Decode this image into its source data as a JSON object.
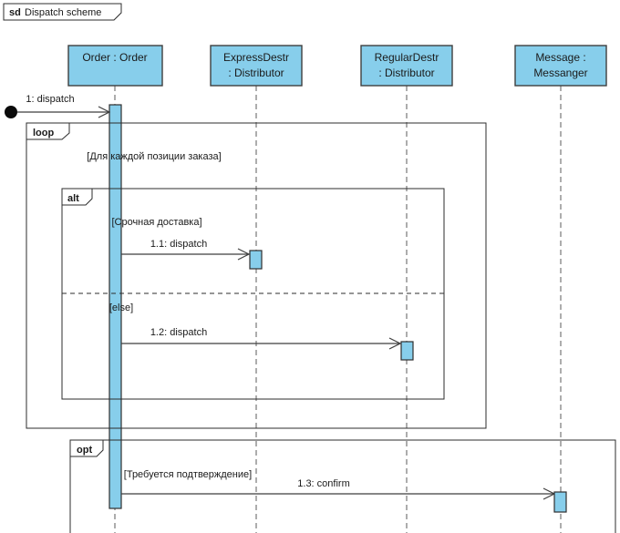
{
  "frame": {
    "keyword": "sd",
    "title": "Dispatch scheme"
  },
  "colors": {
    "shape_fill": "#87CEEB",
    "shape_border": "#3F3F3F",
    "fragment_border": "#2D2D2D",
    "lifeline_line": "#5B5B5B",
    "text": "#1A1A1A",
    "background": "#FFFFFF"
  },
  "lifelines": [
    {
      "id": "order",
      "line1": "Order : Order",
      "line2": ""
    },
    {
      "id": "express",
      "line1": "ExpressDestr",
      "line2": ": Distributor"
    },
    {
      "id": "regular",
      "line1": "RegularDestr",
      "line2": ": Distributor"
    },
    {
      "id": "messanger",
      "line1": "Message :",
      "line2": "Messanger"
    }
  ],
  "fragments": {
    "loop": {
      "operator": "loop",
      "guard": "[Для каждой позиции заказа]"
    },
    "alt": {
      "operator": "alt",
      "guard1": "[Срочная доставка]",
      "guard2": "[else]"
    },
    "opt": {
      "operator": "opt",
      "guard": "[Требуется подтверждение]"
    }
  },
  "messages": {
    "m1": {
      "label": "1: dispatch"
    },
    "m11": {
      "label": "1.1: dispatch"
    },
    "m12": {
      "label": "1.2: dispatch"
    },
    "m13": {
      "label": "1.3: confirm"
    }
  }
}
